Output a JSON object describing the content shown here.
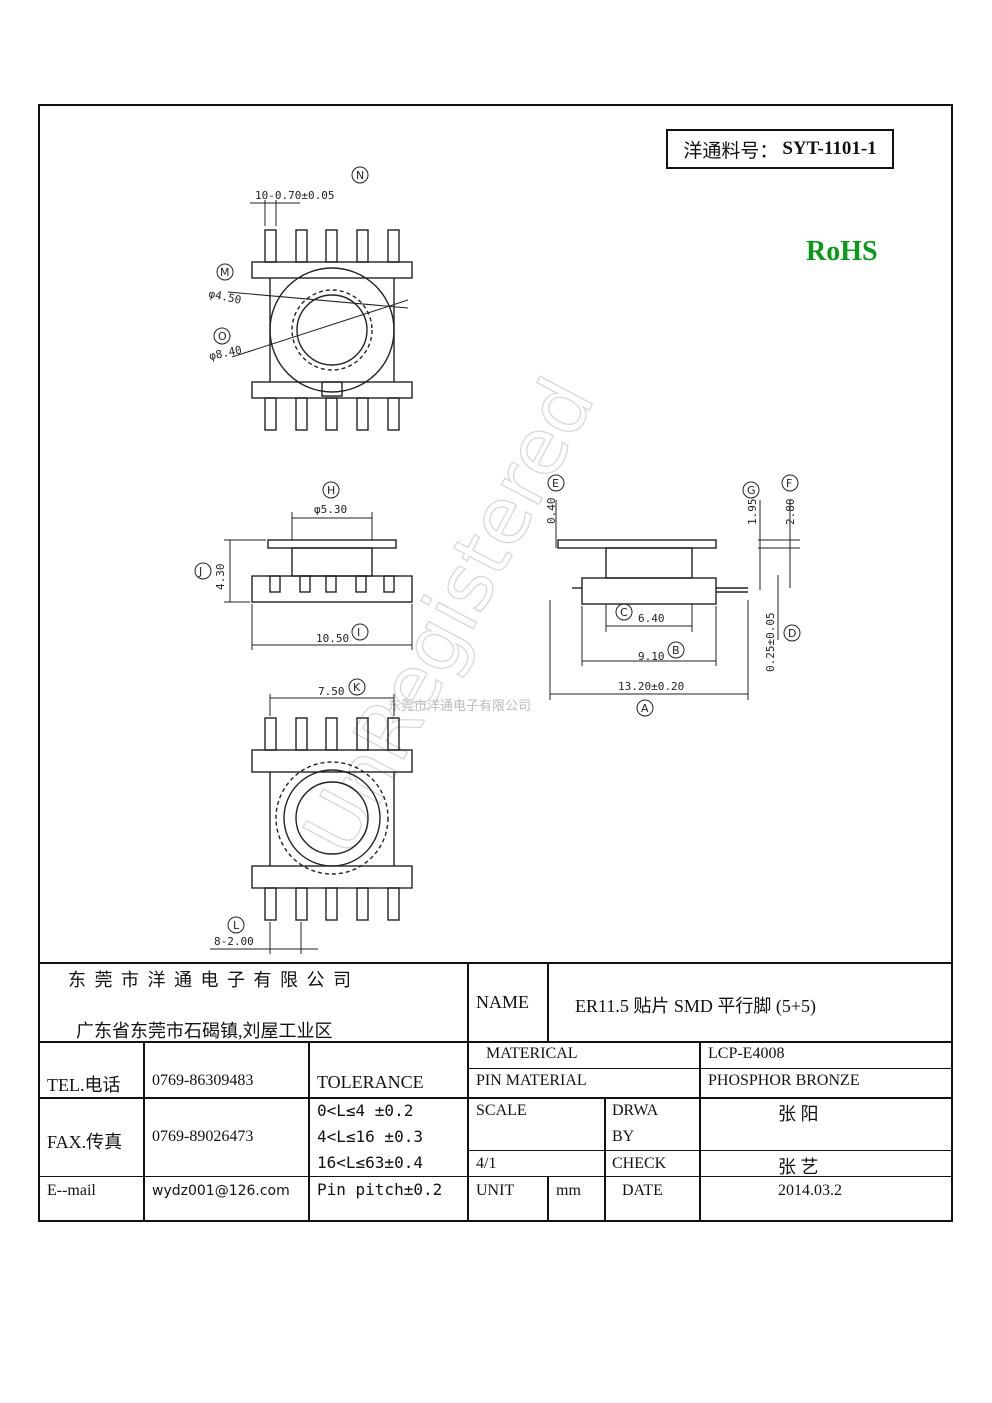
{
  "header": {
    "part_label": "洋通料号：",
    "part_number": "SYT-1101-1",
    "rohs": "RoHS"
  },
  "drawing": {
    "callouts": [
      "N",
      "M",
      "O",
      "H",
      "J",
      "I",
      "E",
      "G",
      "F",
      "C",
      "D",
      "B",
      "A",
      "K",
      "L"
    ],
    "dimensions": {
      "N": "10-0.70±0.05",
      "M": "φ4.50",
      "O": "φ8.40",
      "H": "φ5.30",
      "J": "4.30",
      "I": "10.50",
      "E": "0.40",
      "G": "1.95",
      "F": "2.80",
      "C": "6.40",
      "D": "0.25±0.05",
      "B": "9.10",
      "A": "13.20±0.20",
      "K": "7.50",
      "L": "8-2.00"
    },
    "watermark_company": "东莞市洋通电子有限公司",
    "watermark_text": "UnRegistered"
  },
  "title_block": {
    "company_name": "东 莞 市 洋 通 电 子 有 限 公 司",
    "company_address": "广东省东莞市石碣镇,刘屋工业区",
    "name_label": "NAME",
    "name_value": "ER11.5  贴片 SMD 平行脚  (5+5)",
    "tel_label": "TEL.电话",
    "tel_value": "0769-86309483",
    "fax_label": "FAX.传真",
    "fax_value": "0769-89026473",
    "email_label": "E--mail",
    "email_value": "wydz001@126.com",
    "tolerance_label": "TOLERANCE",
    "tolerance_rows": [
      "0<L≤4   ±0.2",
      "4<L≤16  ±0.3",
      "16<L≤63±0.4",
      "Pin pitch±0.2"
    ],
    "material_label": "MATERICAL",
    "material_value": "LCP-E4008",
    "pin_material_label": "PIN MATERIAL",
    "pin_material_value": "PHOSPHOR BRONZE",
    "scale_label": "SCALE",
    "scale_value": "4/1",
    "drawn_label_1": "DRWA",
    "drawn_label_2": "BY",
    "drawn_value": "张  阳",
    "check_label": "CHECK",
    "check_value": "张  艺",
    "unit_label": "UNIT",
    "unit_value": "mm",
    "date_label": "DATE",
    "date_value": "2014.03.2"
  }
}
